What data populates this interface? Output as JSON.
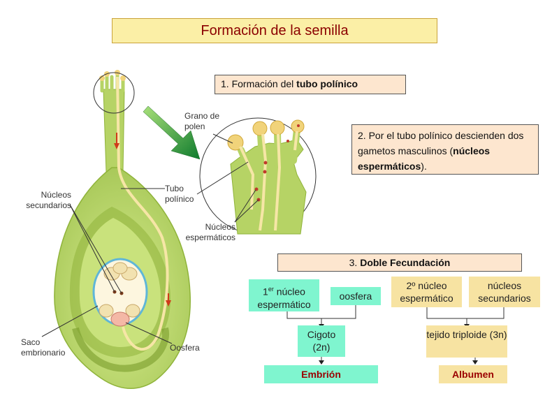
{
  "title": "Formación de la semilla",
  "step1": {
    "prefix": "1. Formación del ",
    "bold": "tubo polínico"
  },
  "step2": {
    "text1": "2. Por el tubo polínico descienden dos gametos masculinos (",
    "bold": "núcleos espermáticos",
    "text2": ")."
  },
  "step3": {
    "prefix": "3. ",
    "bold": "Doble Fecundación"
  },
  "labels": {
    "grano_polen": "Grano de polen",
    "tubo_polinico": "Tubo polínico",
    "nucleos_espermaticos": "Núcleos espermáticos",
    "nucleos_secundarios": "Núcleos secundarios",
    "saco_embrionario": "Saco embrionario",
    "oosfera": "Oosfera"
  },
  "flow": {
    "left": {
      "a_pre": "1",
      "a_sup": "er",
      "a_post": " núcleo espermático",
      "b": "oosfera",
      "result": "Cigoto (2n)",
      "final": "Embrión"
    },
    "right": {
      "a": "2º núcleo espermático",
      "b": "núcleos secundarios",
      "result": "tejido triploide (3n)",
      "final": "Albumen"
    }
  },
  "colors": {
    "plant_green": "#b6d365",
    "plant_dark": "#8fb33a",
    "arrow_green": "#2e9a3b",
    "pollen": "#f1d37a",
    "cyan_box": "#7ff5cf",
    "sand_box": "#f7e3a2",
    "title_bg": "#fbefa6",
    "step_bg": "#fde6cf",
    "result_text": "#9b0000"
  }
}
